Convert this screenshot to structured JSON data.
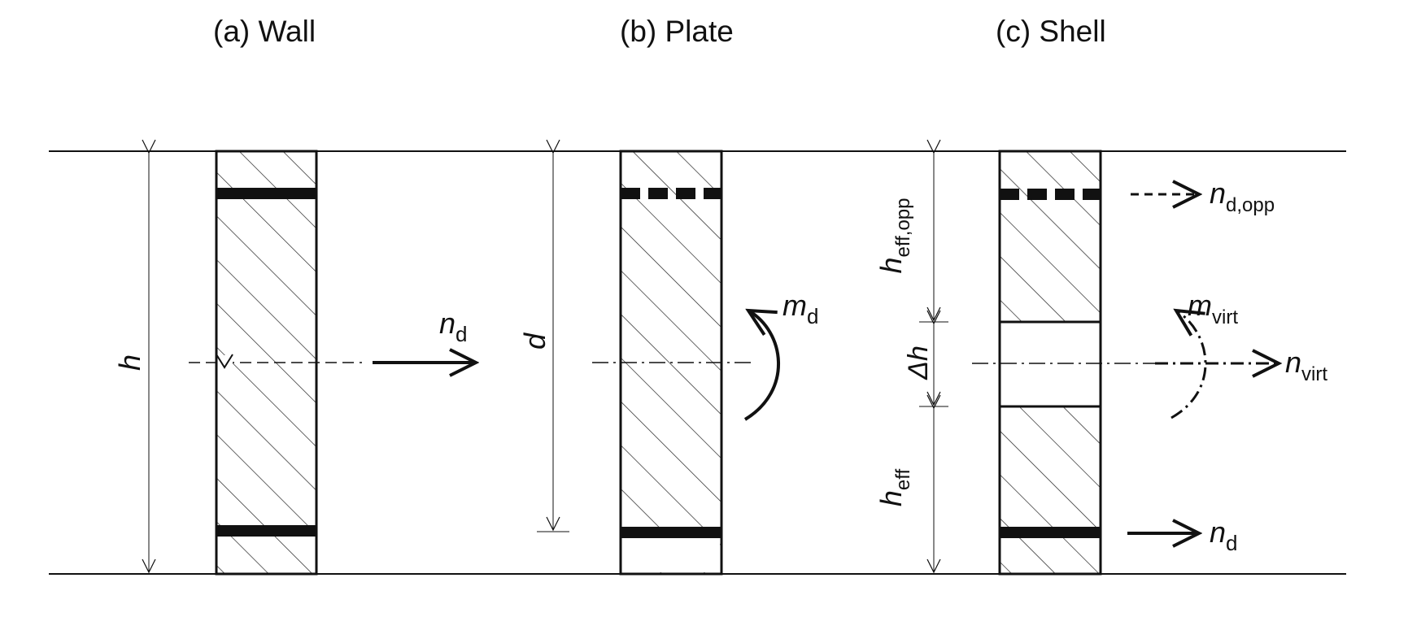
{
  "panels": {
    "wall": {
      "title": "(a) Wall"
    },
    "plate": {
      "title": "(b) Plate"
    },
    "shell": {
      "title": "(c) Shell"
    }
  },
  "labels": {
    "h": "h",
    "n_d_main": "n",
    "n_d_sub": "d",
    "d": "d",
    "m_d_main": "m",
    "m_d_sub": "d",
    "h_eff_opp_main": "h",
    "h_eff_opp_sub": "eff,opp",
    "delta_h": "Δh",
    "h_eff_main": "h",
    "h_eff_sub": "eff",
    "n_d_opp_main": "n",
    "n_d_opp_sub": "d,opp",
    "m_virt_main": "m",
    "m_virt_sub": "virt",
    "n_virt_main": "n",
    "n_virt_sub": "virt",
    "n_d_shell_main": "n",
    "n_d_shell_sub": "d"
  }
}
